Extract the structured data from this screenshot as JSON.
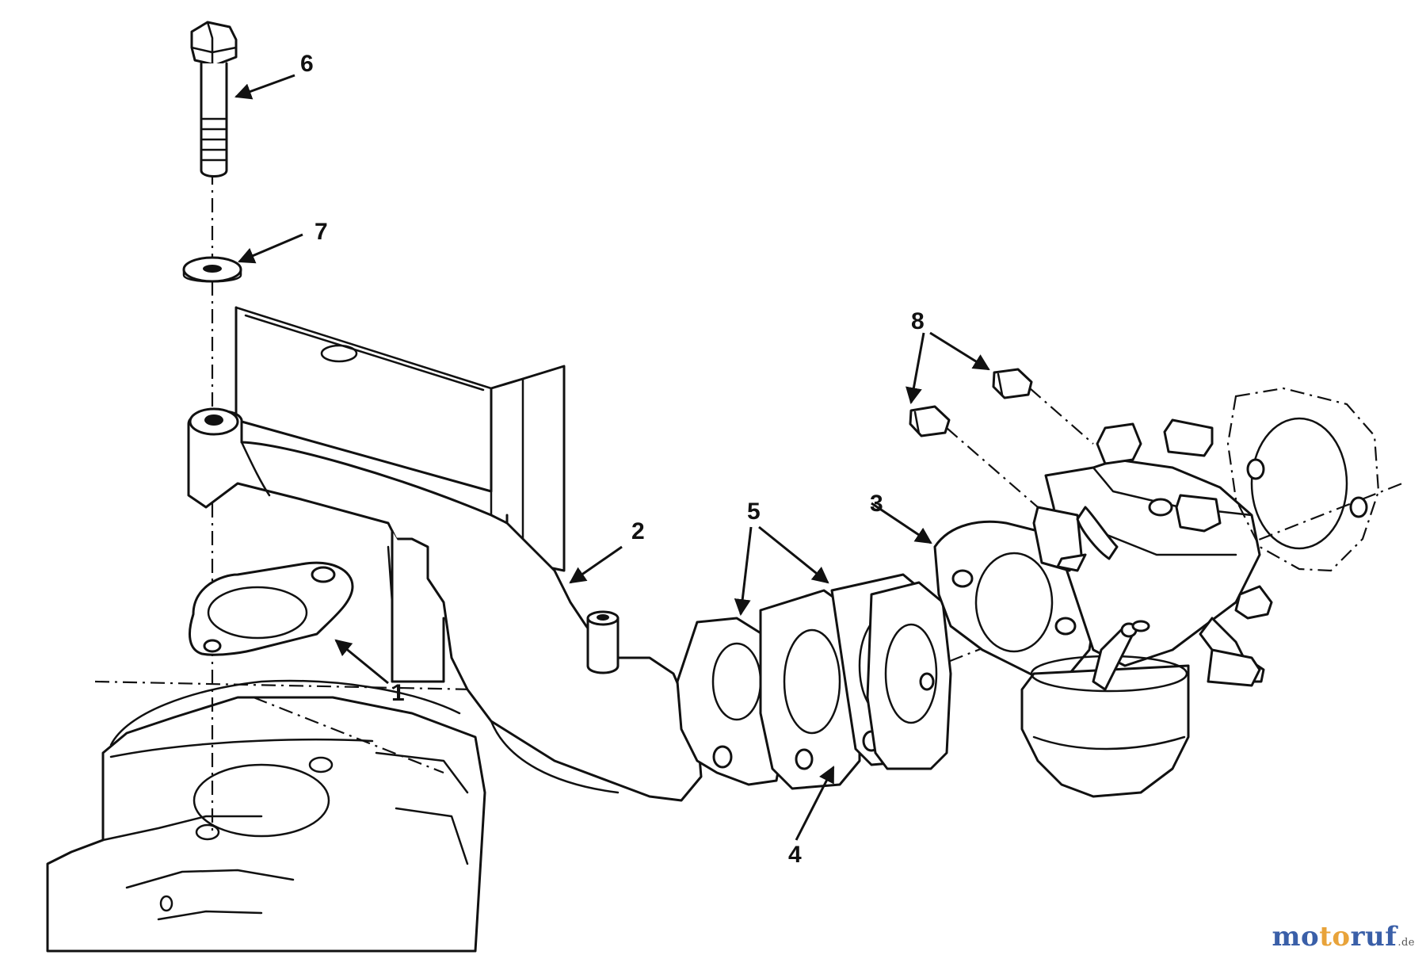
{
  "diagram": {
    "callouts": [
      "1",
      "2",
      "3",
      "4",
      "5",
      "6",
      "7",
      "8"
    ]
  },
  "watermark": {
    "text": "motoruf",
    "domain": ".de",
    "colors": {
      "mo": "#3a5fa8",
      "to": "#e8a33a",
      "ruf": "#3a5fa8",
      "domain": "#555555"
    }
  }
}
